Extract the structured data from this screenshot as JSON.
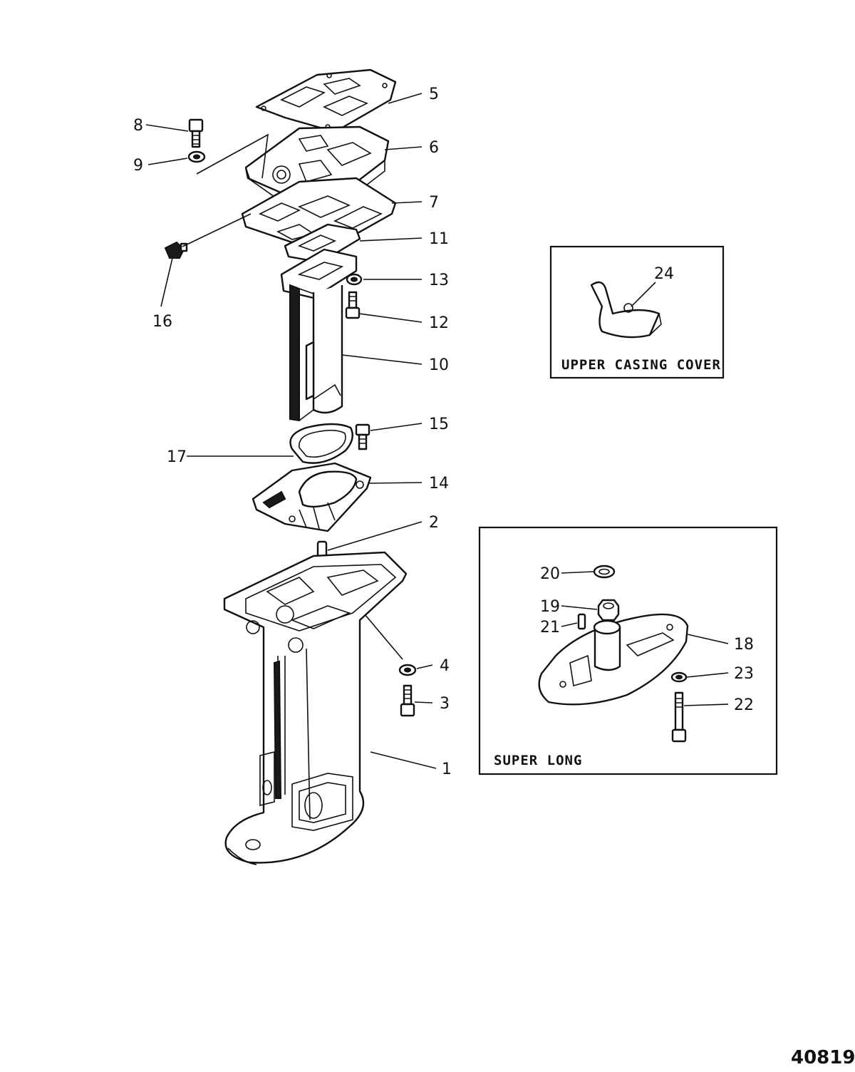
{
  "figure_number": "40819",
  "inset_upper": {
    "label": "UPPER CASING COVER",
    "callouts": [
      "24"
    ]
  },
  "inset_super_long": {
    "label": "SUPER LONG",
    "callouts": [
      "20",
      "19",
      "21",
      "18",
      "23",
      "22"
    ]
  },
  "callouts": {
    "c1": "1",
    "c2": "2",
    "c3": "3",
    "c4": "4",
    "c5": "5",
    "c6": "6",
    "c7": "7",
    "c8": "8",
    "c9": "9",
    "c10": "10",
    "c11": "11",
    "c12": "12",
    "c13": "13",
    "c14": "14",
    "c15": "15",
    "c16": "16",
    "c17": "17",
    "c18": "18",
    "c19": "19",
    "c20": "20",
    "c21": "21",
    "c22": "22",
    "c23": "23",
    "c24": "24"
  }
}
